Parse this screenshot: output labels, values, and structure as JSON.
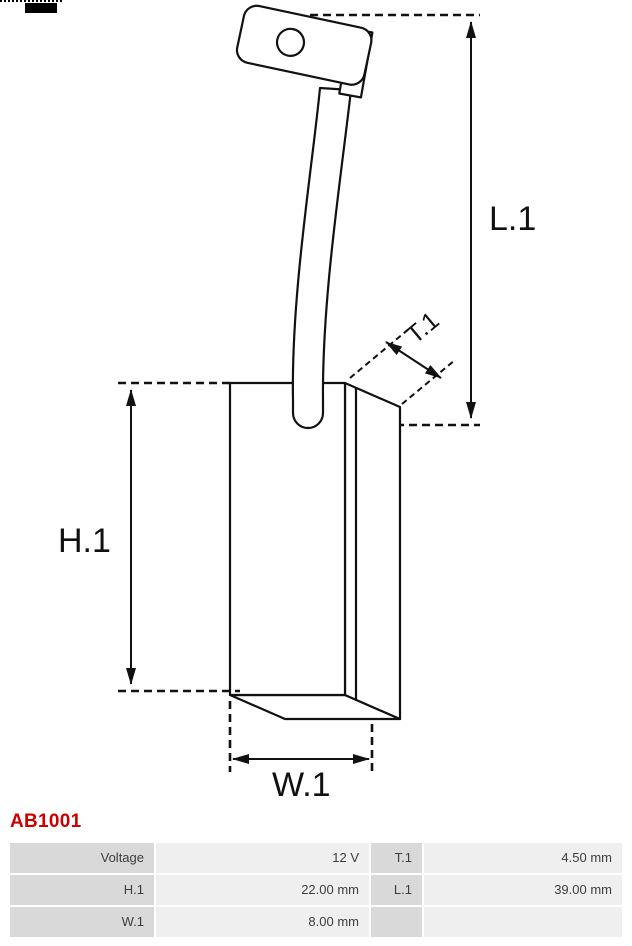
{
  "part_number": "AB1001",
  "colors": {
    "part_number": "#cc0000",
    "table_label_bg": "#d9d9d9",
    "table_value_bg": "#efefef"
  },
  "diagram": {
    "dim_l1": "L.1",
    "dim_h1": "H.1",
    "dim_w1": "W.1",
    "dim_t1": "T.1"
  },
  "spec_table": {
    "rows": [
      {
        "c1_label": "Voltage",
        "c1_value": "12 V",
        "c2_label": "T.1",
        "c2_value": "4.50 mm"
      },
      {
        "c1_label": "H.1",
        "c1_value": "22.00 mm",
        "c2_label": "L.1",
        "c2_value": "39.00 mm"
      },
      {
        "c1_label": "W.1",
        "c1_value": "8.00 mm",
        "c2_label": "",
        "c2_value": ""
      }
    ]
  }
}
